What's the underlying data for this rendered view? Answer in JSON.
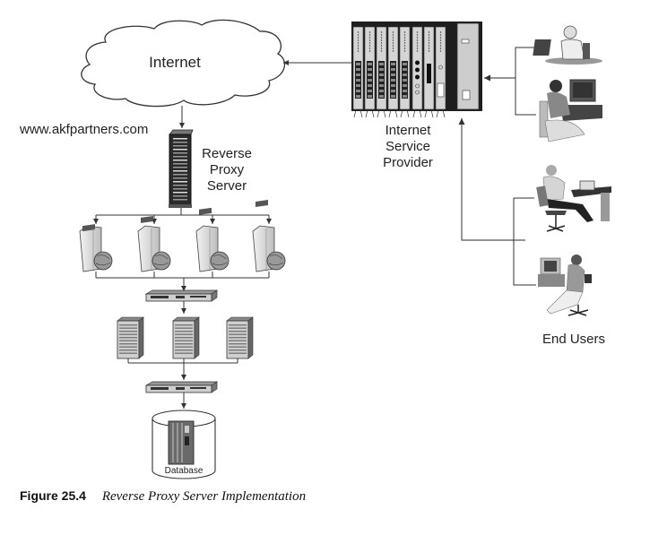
{
  "diagram": {
    "internet_label": "Internet",
    "domain_label": "www.akfpartners.com",
    "reverse_proxy_label": [
      "Reverse",
      "Proxy",
      "Server"
    ],
    "isp_label": [
      "Internet",
      "Service",
      "Provider"
    ],
    "end_users_label": "End Users",
    "database_label": "Database",
    "web_servers_count": 4,
    "app_servers_count": 3,
    "switches_count": 2,
    "end_users_count": 4
  },
  "caption": {
    "figure_number": "Figure 25.4",
    "title": "Reverse Proxy Server Implementation"
  }
}
